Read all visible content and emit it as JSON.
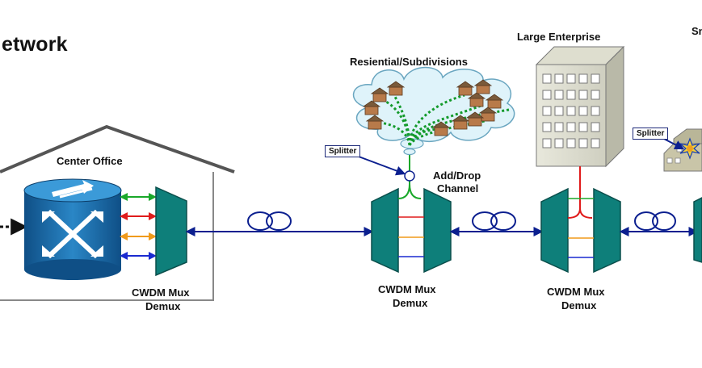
{
  "title": "etwork",
  "labels": {
    "center_office": "Center Office",
    "residential": "Resiential/Subdivisions",
    "large_enterprise": "Large Enterprise",
    "small_cut": "Sn",
    "add_drop": "Add/Drop",
    "channel": "Channel",
    "cwdm_1": "CWDM Mux",
    "demux_1": "Demux",
    "cwdm_2": "CWDM Mux",
    "demux_2": "Demux",
    "cwdm_3": "CWDM Mux",
    "demux_3": "Demux",
    "splitter_1": "Splitter",
    "splitter_2": "Splitter"
  },
  "colors": {
    "mux": "#0e7f7a",
    "fiber": "#0b1f8f",
    "cloud": "#dff3fa",
    "switch": "#1a6fb0",
    "drop_green": "#139a2b",
    "lambda_green": "#1aa82a",
    "lambda_red": "#e01b1b",
    "lambda_orange": "#f09a1a",
    "lambda_blue": "#1a2ad0"
  },
  "icons": [
    "house-outline",
    "optical-switch-icon",
    "fiber-coil-icon",
    "building-icon",
    "house-icon",
    "star-burst-icon"
  ]
}
